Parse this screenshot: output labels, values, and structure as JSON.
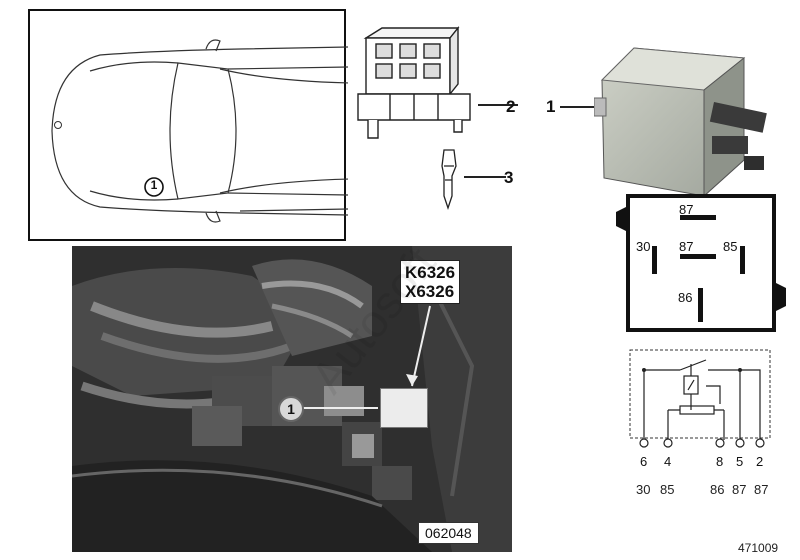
{
  "callouts": {
    "c1": "1",
    "c2": "2",
    "c3": "3"
  },
  "photo": {
    "labels": [
      "K6326",
      "X6326"
    ],
    "marker": "1",
    "code": "062048"
  },
  "overview_marker": "1",
  "relay_pins": {
    "top": "87",
    "left": "30",
    "center": "87",
    "right": "85",
    "bottom": "86"
  },
  "schematic": {
    "pin_numbers": [
      "6",
      "4",
      "8",
      "5",
      "2"
    ],
    "terminals": [
      "30",
      "85",
      "86",
      "87",
      "87"
    ]
  },
  "watermark": "Autosoft",
  "reference": "471009"
}
